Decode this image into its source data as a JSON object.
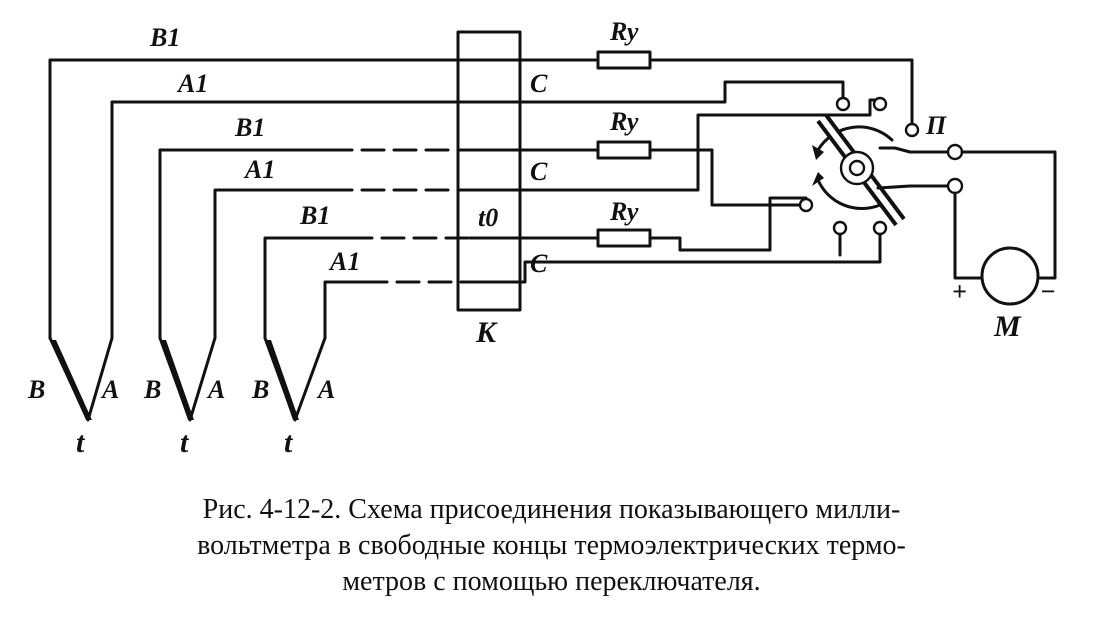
{
  "labels": {
    "b1": "B1",
    "a1": "A1",
    "c": "C",
    "ry": "Ry",
    "t0": "t0",
    "k": "K",
    "p": "П",
    "m": "M",
    "plus": "+",
    "minus": "−",
    "b": "B",
    "a": "A",
    "t": "t"
  },
  "caption": {
    "line1": "Рис. 4-12-2. Схема присоединения показывающего милли-",
    "line2": "вольтметра в свободные концы термоэлектрических термо-",
    "line3": "метров с помощью переключателя."
  }
}
